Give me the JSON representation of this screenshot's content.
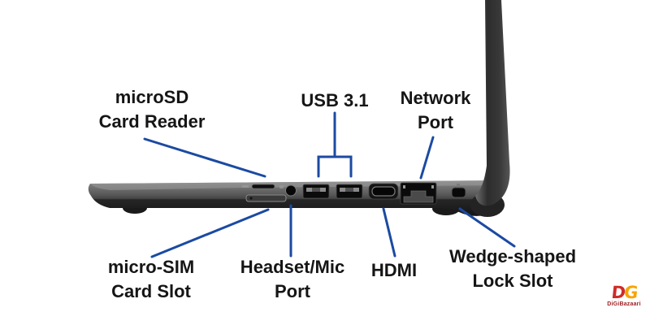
{
  "diagram": {
    "subject": "laptop-left-side-ports",
    "labels": {
      "microsd": {
        "lines": [
          "microSD",
          "Card Reader"
        ]
      },
      "usb": {
        "lines": [
          "USB 3.1"
        ]
      },
      "network": {
        "lines": [
          "Network",
          "Port"
        ]
      },
      "microsim": {
        "lines": [
          "micro-SIM",
          "Card Slot"
        ]
      },
      "headset": {
        "lines": [
          "Headset/Mic",
          "Port"
        ]
      },
      "hdmi": {
        "lines": [
          "HDMI"
        ]
      },
      "lock": {
        "lines": [
          "Wedge-shaped",
          "Lock Slot"
        ]
      }
    },
    "port_icons": [
      "microsd-slot-icon",
      "micro-sim-tray-icon",
      "headset-jack-icon",
      "usb-port-icon",
      "usb-port-icon",
      "hdmi-port-icon",
      "ethernet-port-icon",
      "wedge-lock-slot-icon"
    ],
    "colors": {
      "leader_line": "#1b4aa2",
      "label_text": "#151515",
      "background": "#ffffff",
      "laptop_body_gray": "#5a5a5a",
      "laptop_dark": "#1b1b1b"
    }
  },
  "branding": {
    "monogram_d": "D",
    "monogram_g": "G",
    "name": "DiGiBazaari",
    "monogram_color_d": "#d02b27",
    "monogram_color_g": "#f7a400",
    "name_color": "#a02024"
  }
}
